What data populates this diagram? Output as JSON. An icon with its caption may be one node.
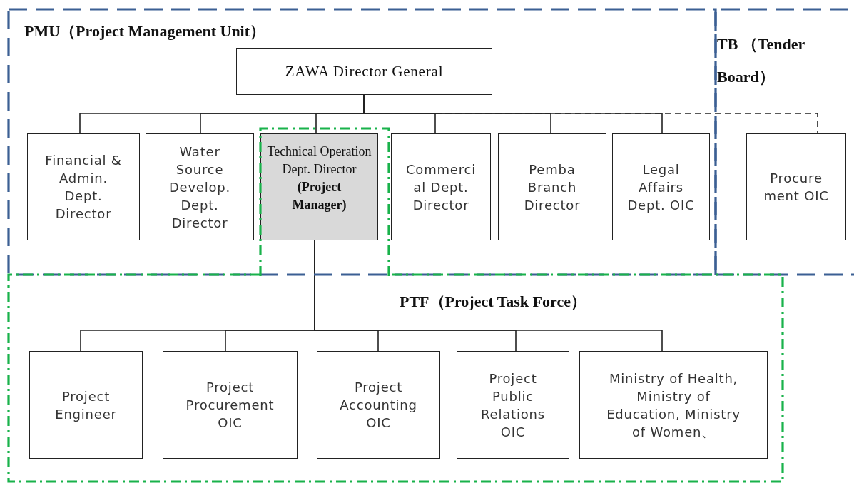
{
  "diagram": {
    "nodes": [
      {
        "text": [
          "PMU（Project Management Unit）"
        ]
      },
      {
        "text": [
          "ZAWA Director General"
        ],
        "in": 0
      },
      {
        "text": [
          "Financial & Admin. Dept. Director"
        ],
        "in": 0
      },
      {
        "text": [
          "Water Source Develop. Dept. Director"
        ],
        "in": 0
      },
      {
        "text": [
          "Technical Operation Dept. Director **(Project Manager)**"
        ],
        "in": 0
      },
      {
        "text": [
          "Commerci al Dept. Director"
        ],
        "in": 0
      },
      {
        "text": [
          "Pemba Branch Director"
        ],
        "in": 0
      },
      {
        "text": [
          "Legal Affairs Dept. OIC"
        ],
        "in": 0
      },
      {
        "text": [
          "TB （Tender Board）"
        ]
      },
      {
        "text": [
          "Procure ment OIC"
        ],
        "in": 8
      },
      {
        "text": [
          "PTF（Project Task Force）"
        ]
      },
      {
        "text": [
          "Project Engineer"
        ],
        "in": 10
      },
      {
        "text": [
          "Project Procurement OIC"
        ],
        "in": 10
      },
      {
        "text": [
          "Project Accounting OIC"
        ],
        "in": 10
      },
      {
        "text": [
          "Project Public Relations OIC"
        ],
        "in": 10
      },
      {
        "text": [
          "Ministry of Health, Ministry of Education, Ministry of Women、"
        ],
        "in": 10
      }
    ],
    "edges": [
      {
        "from": 1,
        "to": 9,
        "arrow": "none",
        "style": "dashed"
      },
      {
        "from": 1,
        "to": 2,
        "arrow": "none"
      },
      {
        "from": 1,
        "to": 3,
        "arrow": "none"
      },
      {
        "from": 1,
        "to": 4,
        "arrow": "none"
      },
      {
        "from": 1,
        "to": 5,
        "arrow": "none"
      },
      {
        "from": 1,
        "to": 6,
        "arrow": "none"
      },
      {
        "from": 1,
        "to": 7,
        "arrow": "none"
      },
      {
        "from": 4,
        "to": 11,
        "arrow": "none"
      },
      {
        "from": 4,
        "to": 12,
        "arrow": "none"
      },
      {
        "from": 4,
        "to": 13,
        "arrow": "none"
      },
      {
        "from": 4,
        "to": 14,
        "arrow": "none"
      },
      {
        "from": 4,
        "to": 15,
        "arrow": "none"
      }
    ]
  }
}
